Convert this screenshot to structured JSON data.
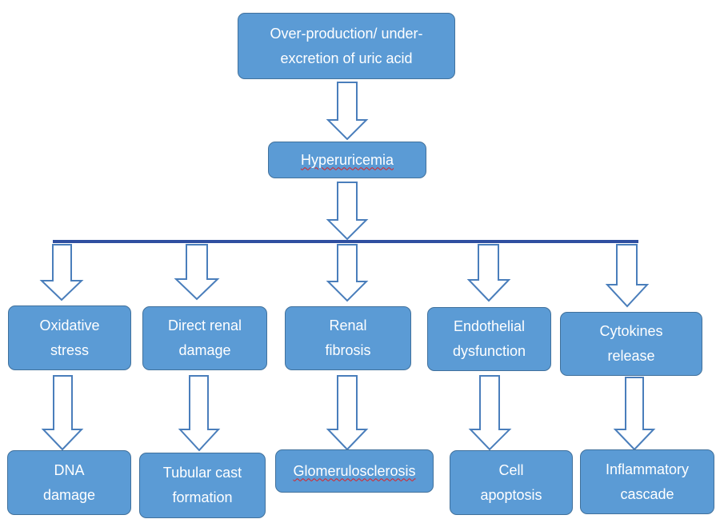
{
  "diagram": {
    "top": {
      "lines": [
        "Over-production/ under-",
        "excretion of uric acid"
      ]
    },
    "middle": {
      "lines": [
        "Hyperuricemia"
      ]
    },
    "effects": [
      {
        "lines": [
          "Oxidative",
          "stress"
        ]
      },
      {
        "lines": [
          "Direct renal",
          "damage"
        ]
      },
      {
        "lines": [
          "Renal",
          "fibrosis"
        ]
      },
      {
        "lines": [
          "Endothelial",
          "dysfunction"
        ]
      },
      {
        "lines": [
          "Cytokines",
          "release"
        ]
      }
    ],
    "outcomes": [
      {
        "lines": [
          "DNA",
          "damage"
        ]
      },
      {
        "lines": [
          "Tubular cast",
          "formation"
        ]
      },
      {
        "lines": [
          "Glomerulosclerosis"
        ]
      },
      {
        "lines": [
          "Cell",
          "apoptosis"
        ]
      },
      {
        "lines": [
          "Inflammatory",
          "cascade"
        ]
      }
    ],
    "colors": {
      "box_fill": "#5b9bd5",
      "box_border": "#41719c",
      "bus_line": "#2f4fa0",
      "arrow_stroke": "#4a7ebb"
    }
  }
}
